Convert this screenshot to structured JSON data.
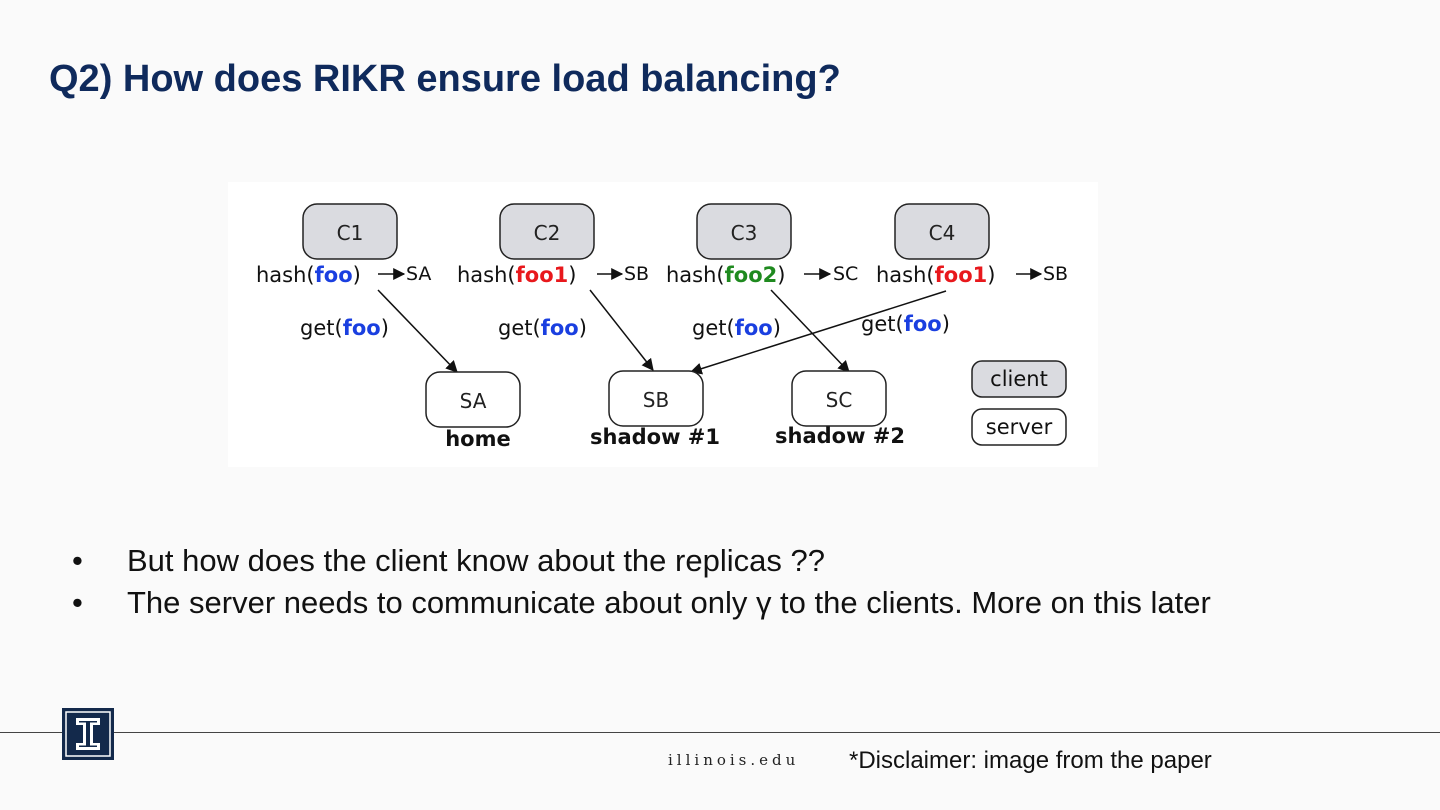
{
  "slide": {
    "title": "Q2) How does RIKR ensure load balancing?",
    "bullets": [
      "But how does the client know about the replicas ??",
      "The server needs to communicate about only γ to the clients. More on this later"
    ],
    "footer": {
      "site": "illinois.edu",
      "disclaimer": "*Disclaimer: image from the paper"
    }
  },
  "diagram": {
    "colors": {
      "client_fill": "#dadbe0",
      "server_fill": "#ffffff",
      "key_blue": "#1a3fe0",
      "key_red": "#e8181c",
      "key_green": "#1f8a1f"
    },
    "clients": [
      {
        "label": "C1",
        "hash_prefix": "hash(",
        "key": "foo",
        "key_color": "blue",
        "hash_suffix": ")",
        "arrow_to": "SA"
      },
      {
        "label": "C2",
        "hash_prefix": "hash(",
        "key": "foo1",
        "key_color": "red",
        "hash_suffix": ")",
        "arrow_to": "SB"
      },
      {
        "label": "C3",
        "hash_prefix": "hash(",
        "key": "foo2",
        "key_color": "green",
        "hash_suffix": ")",
        "arrow_to": "SC"
      },
      {
        "label": "C4",
        "hash_prefix": "hash(",
        "key": "foo1",
        "key_color": "red",
        "hash_suffix": ")",
        "arrow_to": "SB"
      }
    ],
    "get_prefix": "get(",
    "get_key": "foo",
    "get_suffix": ")",
    "servers": [
      {
        "label": "SA",
        "role": "home"
      },
      {
        "label": "SB",
        "role": "shadow #1"
      },
      {
        "label": "SC",
        "role": "shadow #2"
      }
    ],
    "legend": {
      "client": "client",
      "server": "server"
    }
  }
}
